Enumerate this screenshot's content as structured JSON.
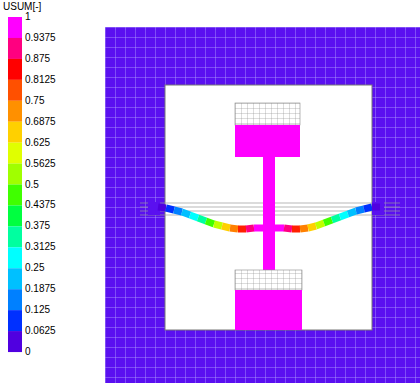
{
  "diagram": {
    "labels": [
      "USUM[-]",
      "1",
      "0.9375",
      "0.875",
      "0.8125",
      "0.75",
      "0.6875",
      "0.625",
      "0.5625",
      "0.5",
      "0.4375",
      "0.375",
      "0.3125",
      "0.25",
      "0.1875",
      "0.125",
      "0.0625",
      "0"
    ]
  }
}
